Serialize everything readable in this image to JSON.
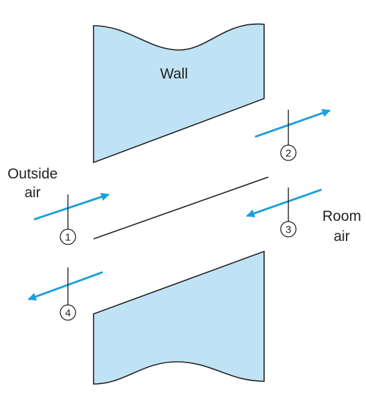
{
  "labels": {
    "wall": "Wall",
    "outside_line1": "Outside",
    "outside_line2": "air",
    "room_line1": "Room",
    "room_line2": "air"
  },
  "stations": [
    {
      "number": "1"
    },
    {
      "number": "2"
    },
    {
      "number": "3"
    },
    {
      "number": "4"
    }
  ],
  "colors": {
    "wall_fill": "#bfe3f5",
    "arrow": "#1aa0dc",
    "line": "#231f20"
  }
}
